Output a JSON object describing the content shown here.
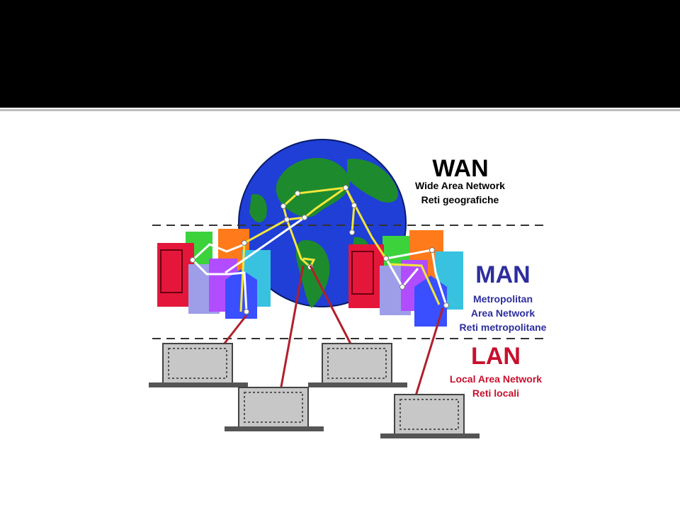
{
  "wan": {
    "title": "WAN",
    "line1": "Wide Area Network",
    "line2": "Reti geografiche"
  },
  "man": {
    "title": "MAN",
    "line1": "Metropolitan",
    "line2": "Area Network",
    "line3": "Reti metropolitane"
  },
  "lan": {
    "title": "LAN",
    "line1": "Local Area Network",
    "line2": "Reti locali"
  },
  "colors": {
    "wan": "#000000",
    "man": "#2e2e9e",
    "lan": "#c8102e",
    "ocean": "#1f3fd6",
    "land": "#1e8a2e",
    "links_wan": "#f2e63a",
    "links_lan": "#b0202a"
  }
}
